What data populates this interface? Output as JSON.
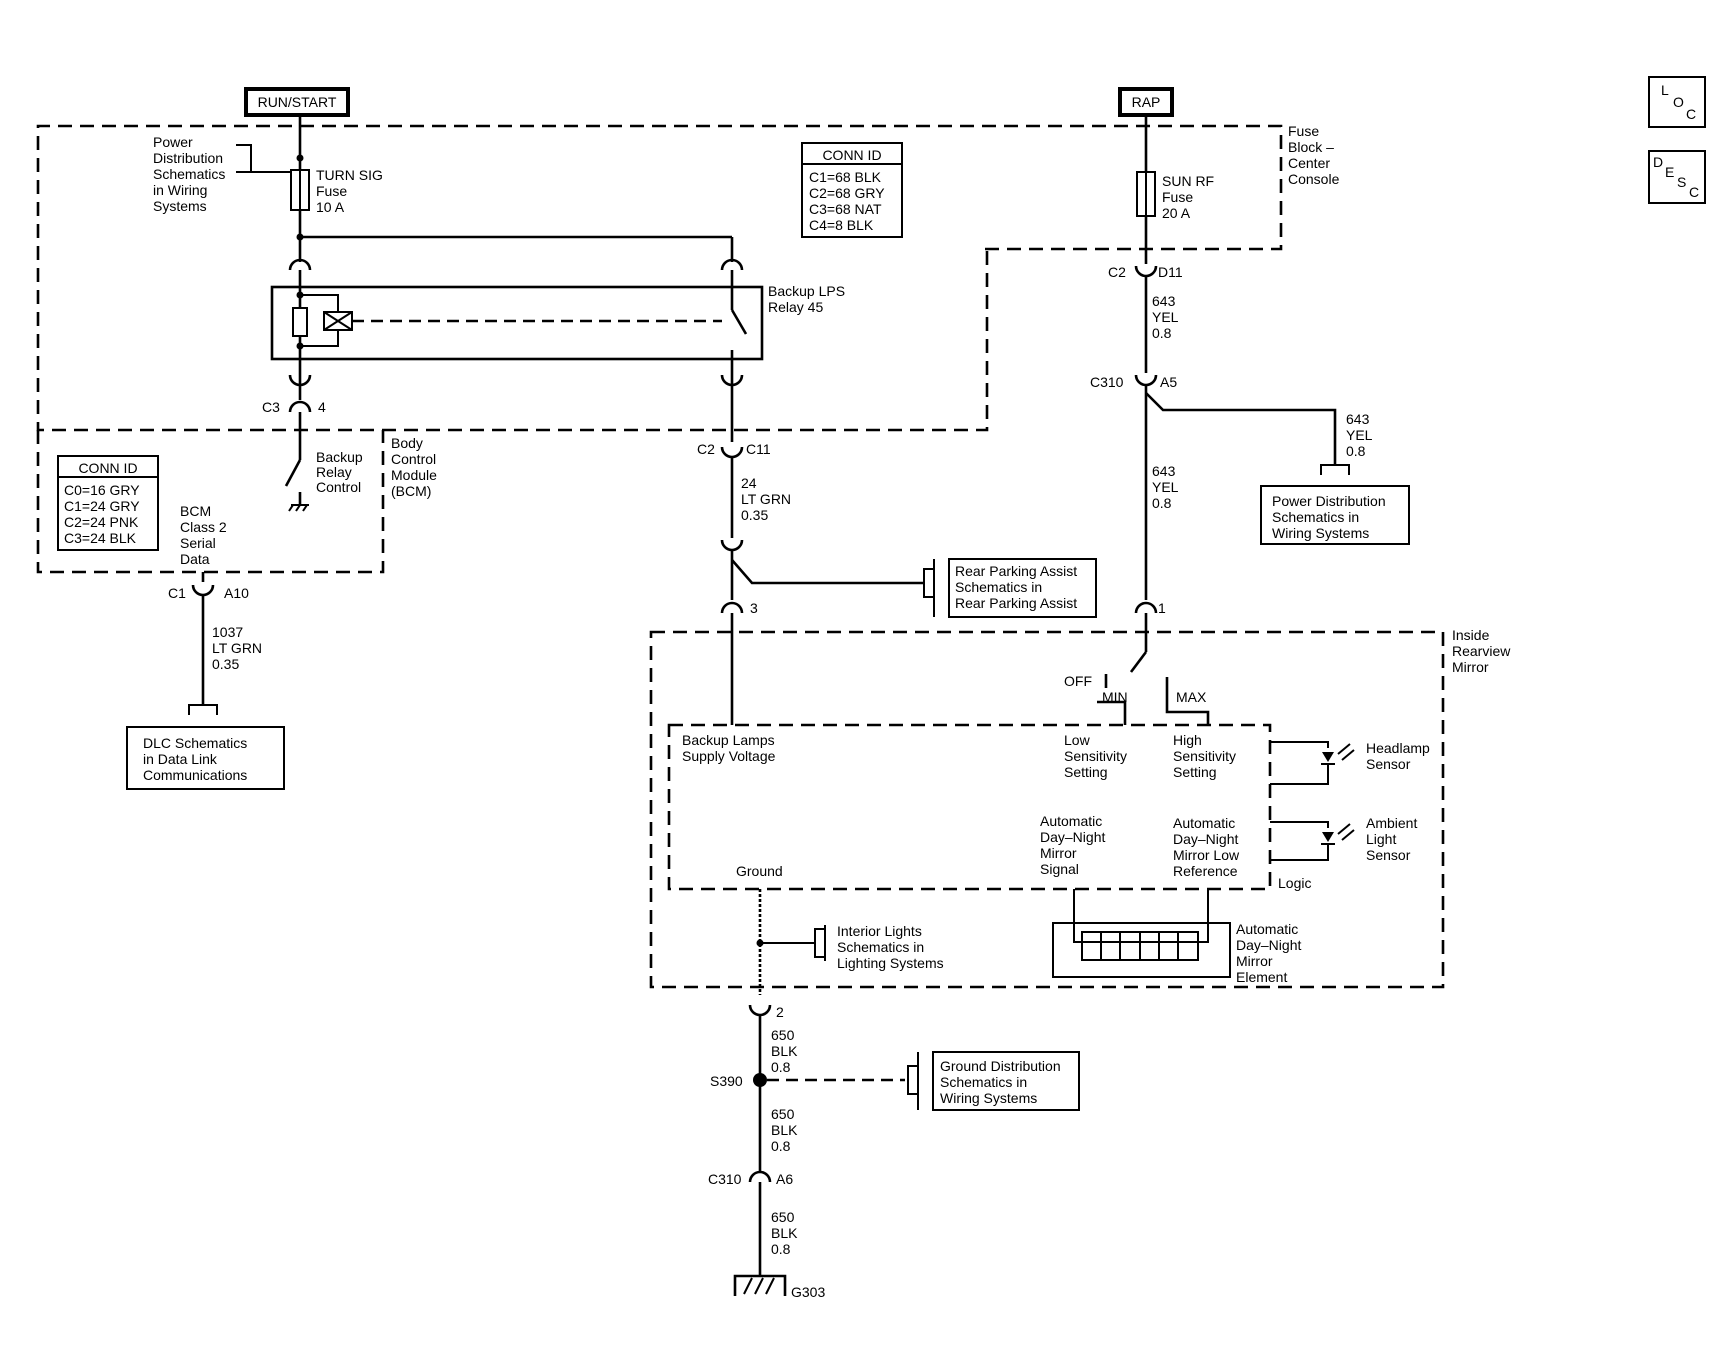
{
  "power_sources": {
    "run_start": "RUN/START",
    "rap": "RAP"
  },
  "page_icons": {
    "loc": [
      "L",
      "O",
      "C"
    ],
    "desc": [
      "D",
      "E",
      "S",
      "C"
    ]
  },
  "fuse_block": {
    "label": [
      "Fuse",
      "Block –",
      "Center",
      "Console"
    ]
  },
  "power_dist_left": [
    "Power",
    "Distribution",
    "Schematics",
    "in Wiring",
    "Systems"
  ],
  "turn_sig_fuse": [
    "TURN SIG",
    "Fuse",
    "10 A"
  ],
  "sun_rf_fuse": [
    "SUN RF",
    "Fuse",
    "20 A"
  ],
  "conn_id_top": {
    "title": "CONN ID",
    "rows": [
      "C1=68 BLK",
      "C2=68 GRY",
      "C3=68 NAT",
      "C4=8 BLK"
    ]
  },
  "relay": {
    "label": [
      "Backup LPS",
      "Relay 45"
    ]
  },
  "conn_c2_d11": {
    "left": "C2",
    "right": "D11"
  },
  "wire_643_top": [
    "643",
    "YEL",
    "0.8"
  ],
  "conn_c310_a5": {
    "left": "C310",
    "right": "A5"
  },
  "wire_643_branch": [
    "643",
    "YEL",
    "0.8"
  ],
  "wire_643_mid": [
    "643",
    "YEL",
    "0.8"
  ],
  "power_dist_right": [
    "Power Distribution",
    "Schematics in",
    "Wiring Systems"
  ],
  "conn_c3_4": {
    "left": "C3",
    "right": "4"
  },
  "backup_relay_control": [
    "Backup",
    "Relay",
    "Control"
  ],
  "bcm": {
    "label": [
      "Body",
      "Control",
      "Module",
      "(BCM)"
    ]
  },
  "conn_id_bcm": {
    "title": "CONN ID",
    "rows": [
      "C0=16 GRY",
      "C1=24 GRY",
      "C2=24 PNK",
      "C3=24 BLK"
    ]
  },
  "bcm_serial": [
    "BCM",
    "Class 2",
    "Serial",
    "Data"
  ],
  "conn_c2_c11": {
    "left": "C2",
    "right": "C11"
  },
  "wire_24": [
    "24",
    "LT GRN",
    "0.35"
  ],
  "rear_parking": [
    "Rear Parking Assist",
    "Schematics in",
    "Rear Parking Assist"
  ],
  "conn_3": "3",
  "conn_1": "1",
  "conn_c1_a10": {
    "left": "C1",
    "right": "A10"
  },
  "wire_1037": [
    "1037",
    "LT GRN",
    "0.35"
  ],
  "dlc": [
    "DLC Schematics",
    "in Data Link",
    "Communications"
  ],
  "mirror": {
    "label": [
      "Inside",
      "Rearview",
      "Mirror"
    ],
    "switch_off": "OFF",
    "switch_min": "MIN",
    "switch_max": "MAX",
    "backup_supply": [
      "Backup Lamps",
      "Supply Voltage"
    ],
    "low_sens": [
      "Low",
      "Sensitivity",
      "Setting"
    ],
    "high_sens": [
      "High",
      "Sensitivity",
      "Setting"
    ],
    "headlamp_sensor": [
      "Headlamp",
      "Sensor"
    ],
    "ambient_sensor": [
      "Ambient",
      "Light",
      "Sensor"
    ],
    "adn_signal": [
      "Automatic",
      "Day–Night",
      "Mirror",
      "Signal"
    ],
    "adn_low_ref": [
      "Automatic",
      "Day–Night",
      "Mirror Low",
      "Reference"
    ],
    "logic": "Logic",
    "ground": "Ground",
    "element": [
      "Automatic",
      "Day–Night",
      "Mirror",
      "Element"
    ]
  },
  "interior_lights": [
    "Interior Lights",
    "Schematics in",
    "Lighting Systems"
  ],
  "conn_2": "2",
  "wire_650_a": [
    "650",
    "BLK",
    "0.8"
  ],
  "splice_s390": "S390",
  "ground_dist": [
    "Ground Distribution",
    "Schematics in",
    "Wiring Systems"
  ],
  "wire_650_b": [
    "650",
    "BLK",
    "0.8"
  ],
  "conn_c310_a6": {
    "left": "C310",
    "right": "A6"
  },
  "wire_650_c": [
    "650",
    "BLK",
    "0.8"
  ],
  "ground_g303": "G303"
}
